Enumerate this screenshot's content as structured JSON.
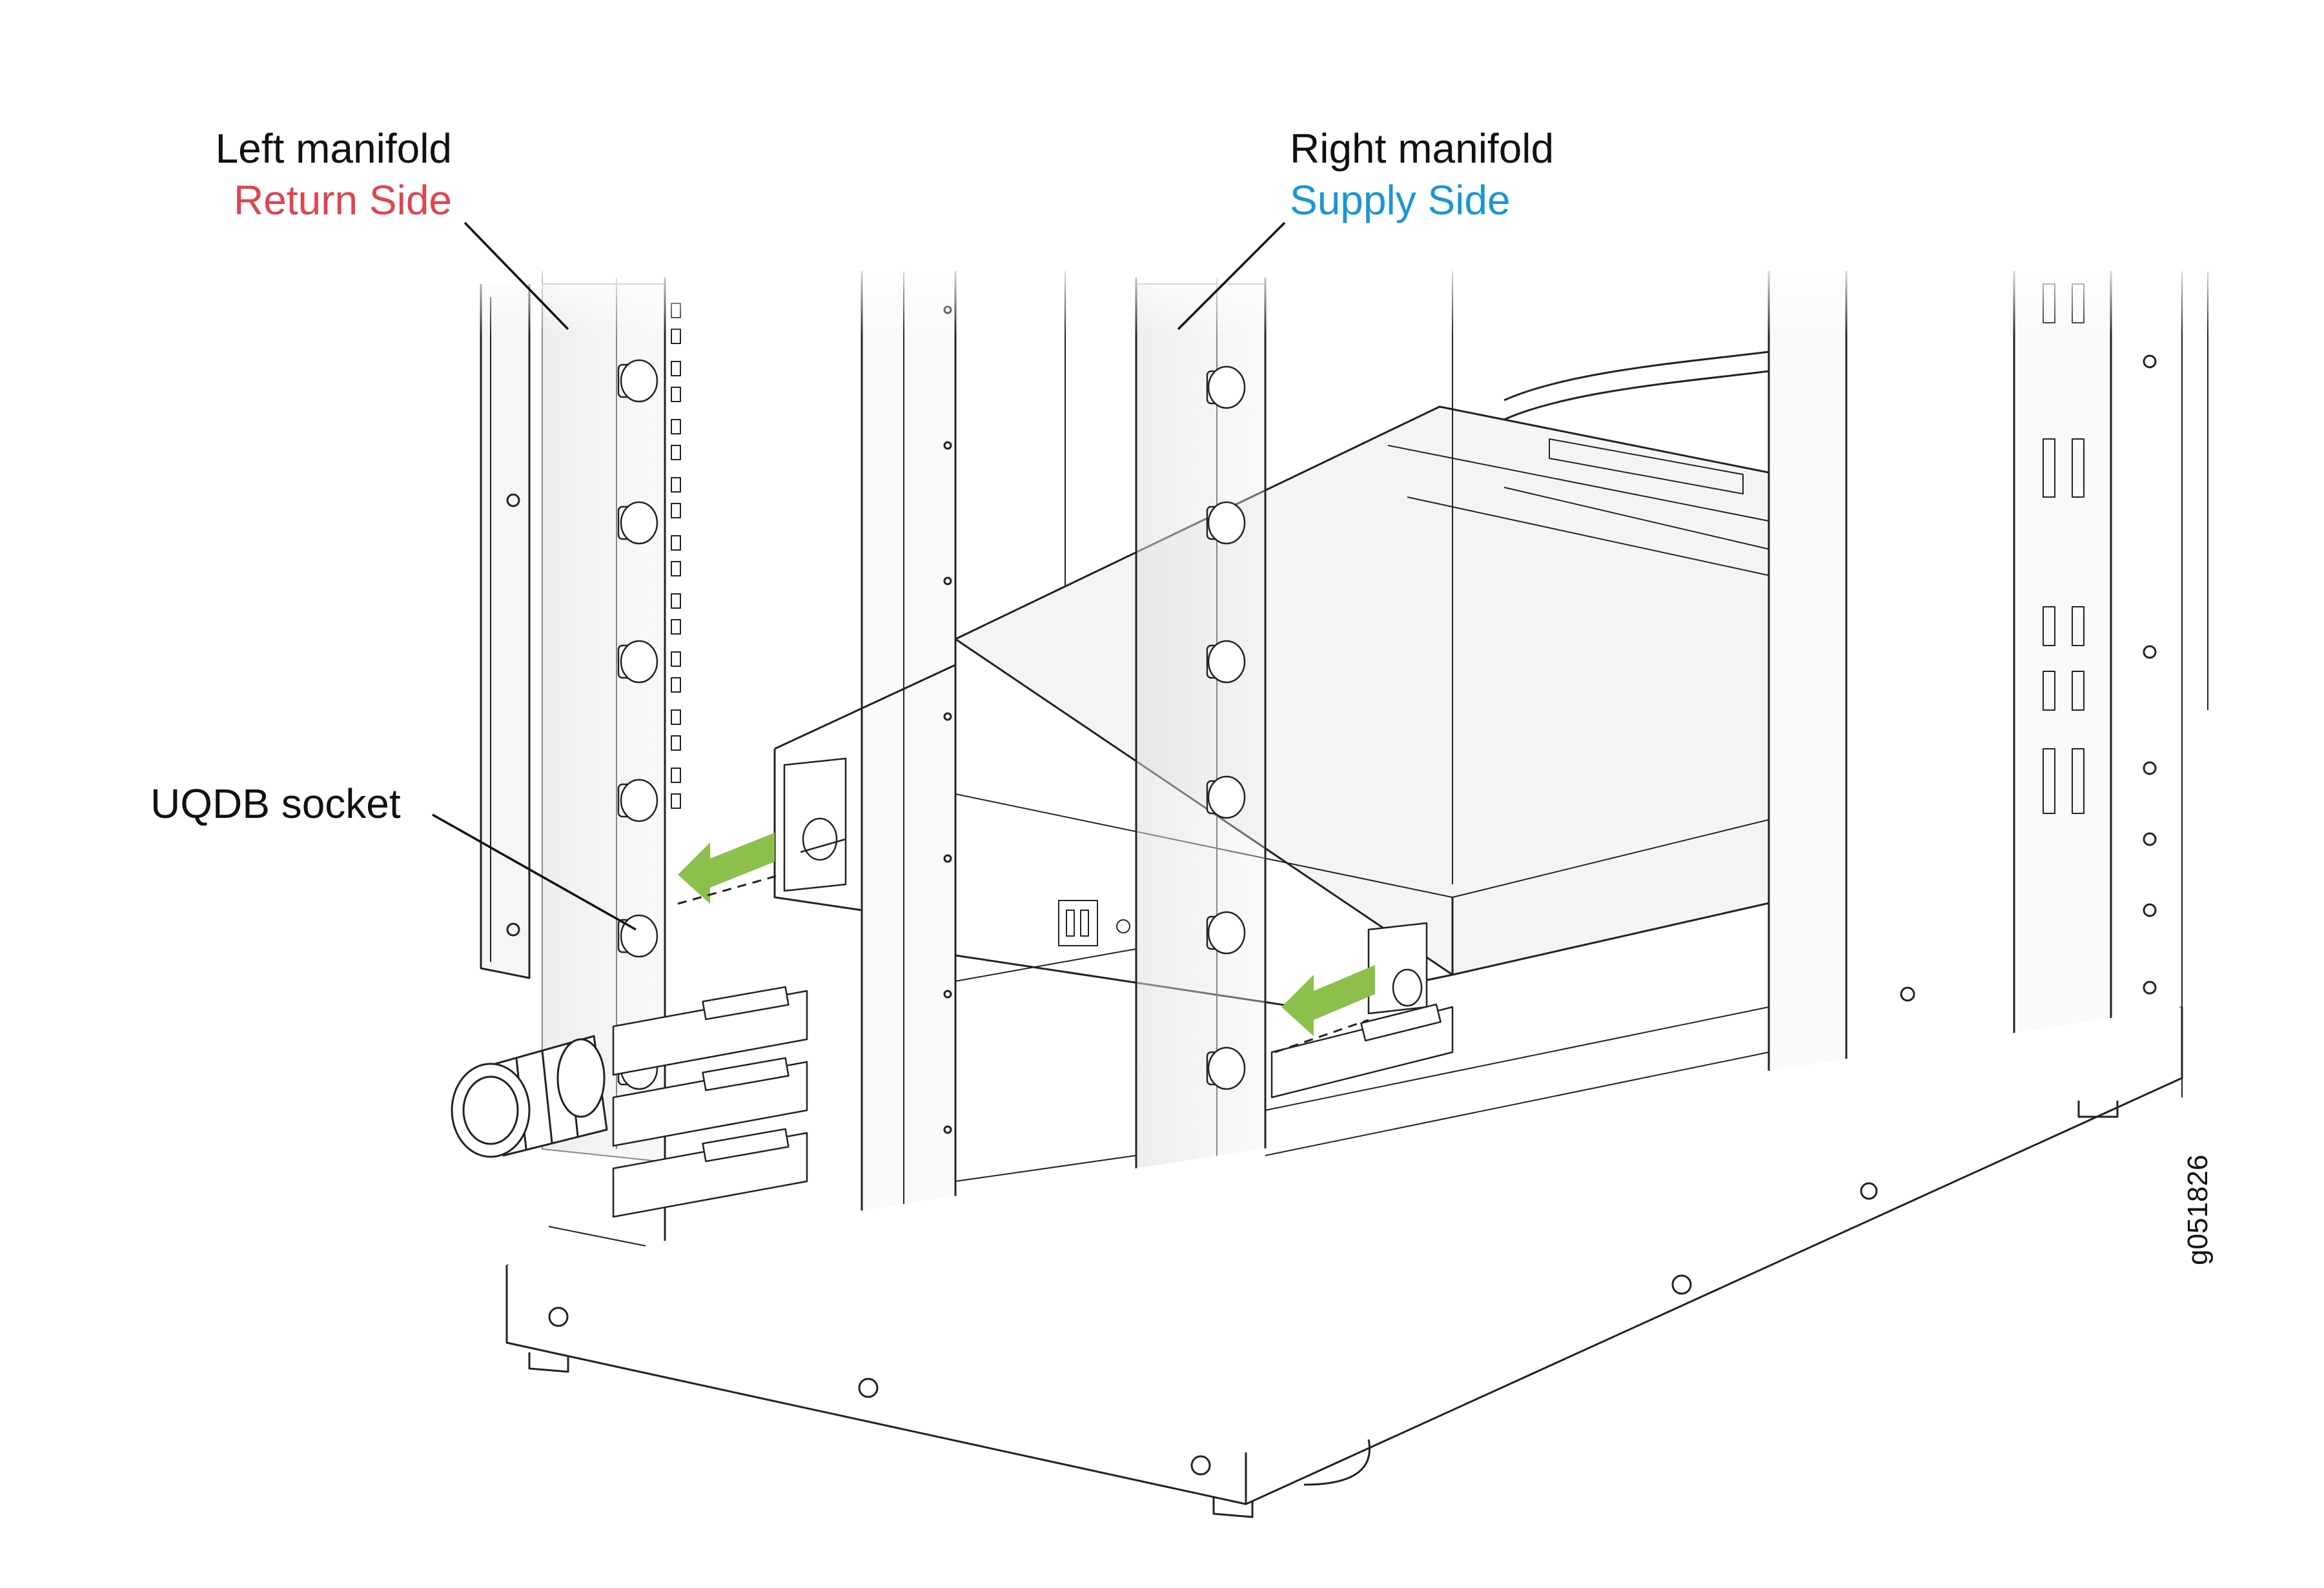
{
  "labels": {
    "left_manifold": {
      "title": "Left manifold",
      "subtitle": "Return Side"
    },
    "right_manifold": {
      "title": "Right manifold",
      "subtitle": "Supply Side"
    },
    "uqdb_socket": "UQDB socket"
  },
  "figure_id": "g051826",
  "colors": {
    "return_side": "#e0434f",
    "supply_side": "#1a96d3",
    "arrow": "#8cbf4c",
    "line": "#222222",
    "panel_fill": "#f4f4f4"
  },
  "icons": {
    "insert_arrows": "green-arrow-icon"
  }
}
